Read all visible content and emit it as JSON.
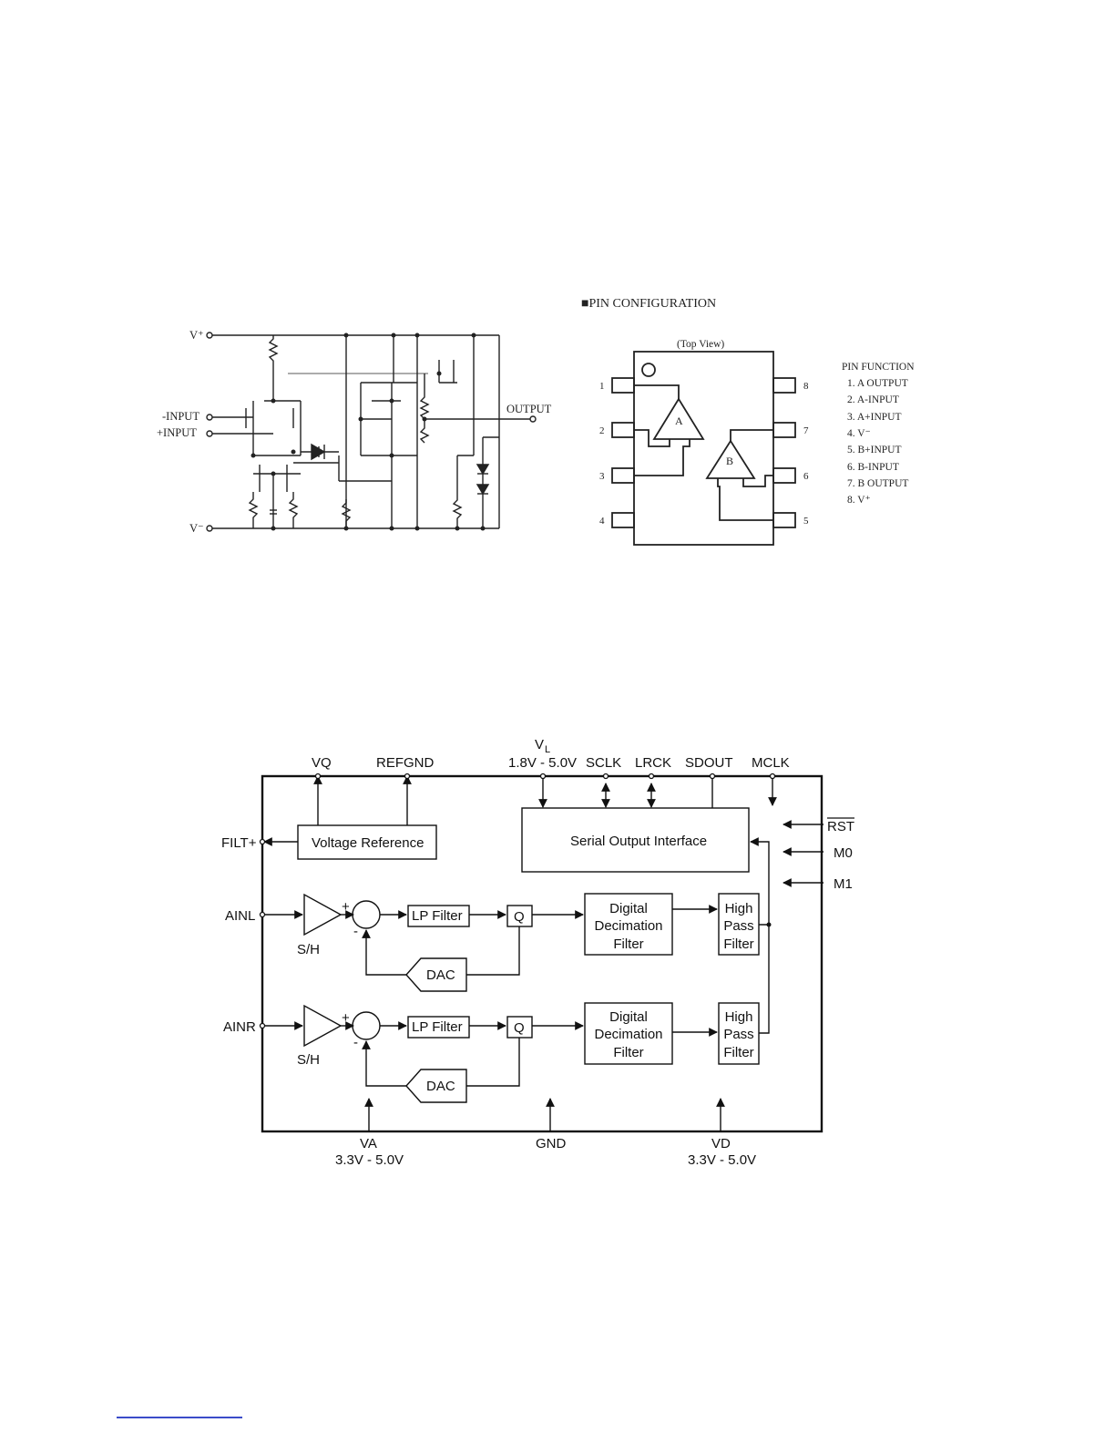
{
  "schematic": {
    "labels": {
      "vplus": "V⁺",
      "vminus": "V⁻",
      "minus_input": "-INPUT",
      "plus_input": "+INPUT",
      "output": "OUTPUT"
    }
  },
  "pin_config": {
    "heading": "■PIN CONFIGURATION",
    "top_view": "(Top View)",
    "amp_a": "A",
    "amp_b": "B",
    "left_pins": [
      "1",
      "2",
      "3",
      "4"
    ],
    "right_pins": [
      "8",
      "7",
      "6",
      "5"
    ],
    "function_title": "PIN FUNCTION",
    "functions": [
      "1. A OUTPUT",
      "2. A-INPUT",
      "3. A+INPUT",
      "4. V⁻",
      "5. B+INPUT",
      "6. B-INPUT",
      "7. B OUTPUT",
      "8. V⁺"
    ]
  },
  "block": {
    "top_pins": {
      "vq": "VQ",
      "refgnd": "REFGND",
      "vl": "V",
      "vl_sub": "L",
      "vl_range": "1.8V - 5.0V",
      "sclk": "SCLK",
      "lrck": "LRCK",
      "sdout": "SDOUT",
      "mclk": "MCLK"
    },
    "left_pins": {
      "filt": "FILT+",
      "ainl": "AINL",
      "ainr": "AINR"
    },
    "right_pins": {
      "rst": "RST",
      "m0": "M0",
      "m1": "M1"
    },
    "bottom_pins": {
      "va": "VA",
      "va_range": "3.3V - 5.0V",
      "gnd": "GND",
      "vd": "VD",
      "vd_range": "3.3V - 5.0V"
    },
    "blocks": {
      "voltage_ref": "Voltage Reference",
      "serial_out": "Serial Output Interface",
      "lp_filter": "LP Filter",
      "q": "Q",
      "dac": "DAC",
      "sh": "S/H",
      "plus": "+",
      "minus": "-",
      "ddf": [
        "Digital",
        "Decimation",
        "Filter"
      ],
      "hpf": [
        "High",
        "Pass",
        "Filter"
      ]
    }
  }
}
